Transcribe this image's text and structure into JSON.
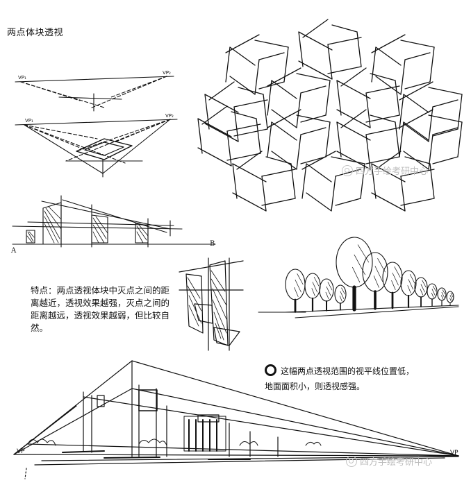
{
  "title": "两点体块透视",
  "labels": {
    "vp1": "VP₁",
    "vp2": "VP₂",
    "point_a": "A",
    "point_b": "B",
    "street_vp_left": "VP",
    "street_vp_right": "VP"
  },
  "feature_text": "特点：两点透视体块中灭点之间的距离越近，透视效果越强，灭点之间的距离越远，透视效果越弱，但比较自然。",
  "caption": {
    "line1": "这幅两点透视范围的视平线位置低，",
    "line2": "地面面积小，则透视感强。"
  },
  "watermarks": [
    {
      "text": "四方手绘考研中心"
    },
    {
      "text": "四方手绘考研中心"
    }
  ]
}
